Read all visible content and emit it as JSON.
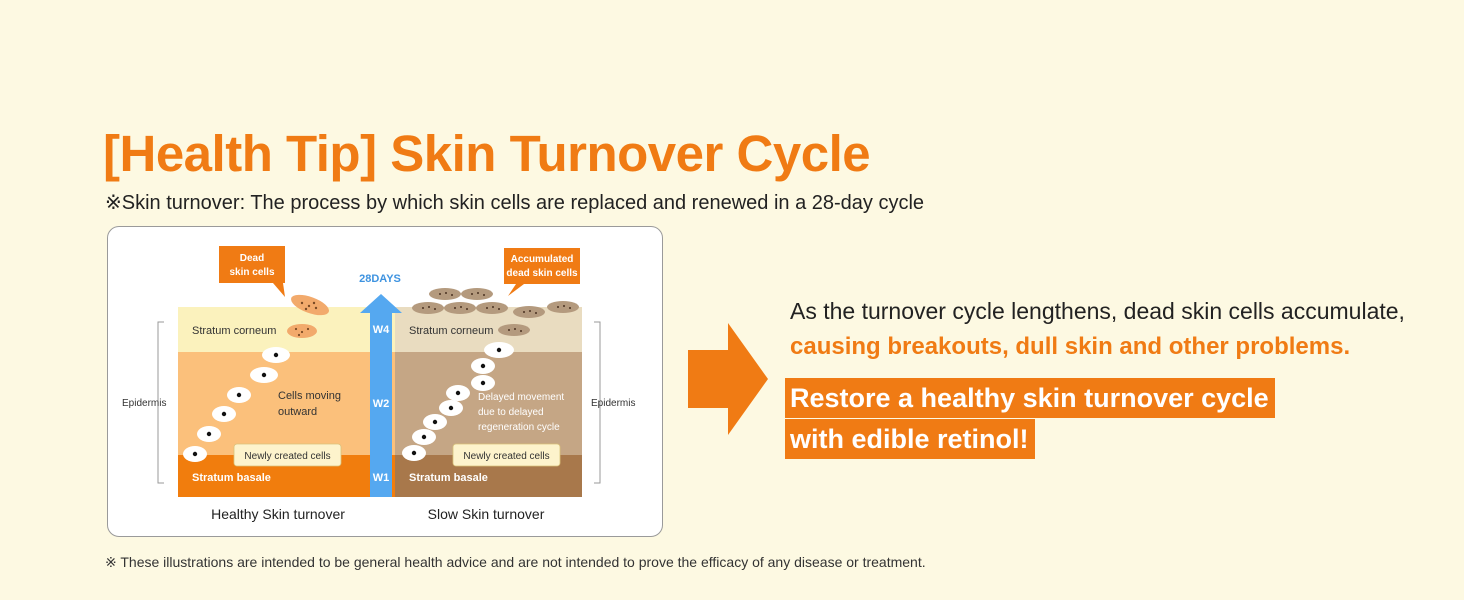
{
  "title": "[Health Tip] Skin Turnover Cycle",
  "subtitle": "※Skin turnover: The process by which skin cells are replaced and renewed in a 28-day cycle",
  "diagram": {
    "healthy": {
      "callout_line1": "Dead",
      "callout_line2": "skin cells",
      "stratum_corneum": "Stratum corneum",
      "movement_line1": "Cells moving",
      "movement_line2": "outward",
      "newly_created": "Newly created cells",
      "stratum_basale": "Stratum basale",
      "caption": "Healthy Skin turnover",
      "side_label": "Epidermis"
    },
    "slow": {
      "callout_line1": "Accumulated",
      "callout_line2": "dead skin cells",
      "stratum_corneum": "Stratum corneum",
      "movement_line1": "Delayed movement",
      "movement_line2": "due to delayed",
      "movement_line3": "regeneration cycle",
      "newly_created": "Newly created cells",
      "stratum_basale": "Stratum basale",
      "caption": "Slow Skin turnover",
      "side_label": "Epidermis"
    },
    "timeline": {
      "label": "28DAYS",
      "w4": "W4",
      "w2": "W2",
      "w1": "W1"
    }
  },
  "right": {
    "line1": "As the turnover cycle lengthens, dead skin cells accumulate,",
    "line2": "causing breakouts, dull skin and other problems.",
    "highlight1": "Restore a healthy skin turnover cycle",
    "highlight2": "with edible retinol!"
  },
  "footnote": "※ These illustrations are intended to be general health advice and are not intended to prove the efficacy of any disease or treatment.",
  "colors": {
    "accent": "#f07b14",
    "healthy_corneum": "#fbf2bd",
    "healthy_middle": "#fbc07b",
    "healthy_basale": "#f17d0d",
    "slow_corneum": "#e9dcc0",
    "slow_middle": "#c5a685",
    "slow_basale": "#a8784b",
    "timeline_arrow": "#55a8f0"
  }
}
